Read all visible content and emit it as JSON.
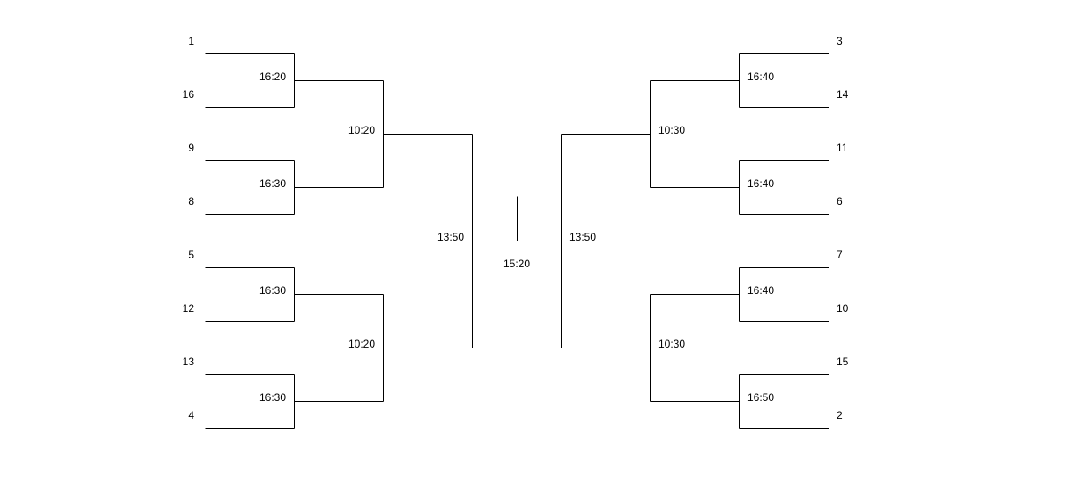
{
  "colors": {
    "line": "#000000",
    "text": "#000000",
    "background": "#ffffff"
  },
  "left": {
    "seeds": [
      "1",
      "16",
      "9",
      "8",
      "5",
      "12",
      "13",
      "4"
    ],
    "round1_times": [
      "16:20",
      "16:30",
      "16:30",
      "16:30"
    ],
    "round2_times": [
      "10:20",
      "10:20"
    ],
    "semifinal_time": "13:50"
  },
  "right": {
    "seeds": [
      "3",
      "14",
      "11",
      "6",
      "7",
      "10",
      "15",
      "2"
    ],
    "round1_times": [
      "16:40",
      "16:40",
      "16:40",
      "16:50"
    ],
    "round2_times": [
      "10:30",
      "10:30"
    ],
    "semifinal_time": "13:50"
  },
  "final": {
    "time": "15:20"
  }
}
